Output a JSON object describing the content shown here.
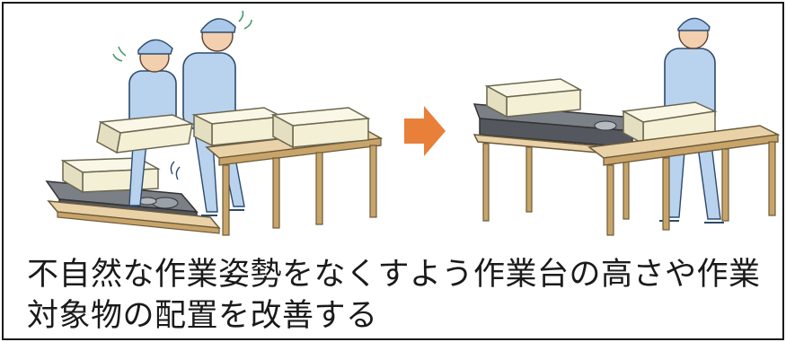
{
  "caption": {
    "line1": "不自然な作業姿勢をなくすよう作業台の高さや作業",
    "line2": "対象物の配置を改善する"
  },
  "colors": {
    "border": "#1a1a1a",
    "arrow": "#e8803a",
    "worker_uniform": "#b9d3ee",
    "worker_outline": "#2d4a6b",
    "box_fill": "#f3f0d6",
    "box_outline": "#6b6650",
    "table_top": "#e9d2a8",
    "table_wood": "#c8a46a",
    "conveyor": "#6d7178",
    "skin": "#f2cfae"
  },
  "scenes": {
    "before": "bad-posture-scene",
    "after": "improved-posture-scene",
    "transition_icon": "right-arrow-icon"
  }
}
